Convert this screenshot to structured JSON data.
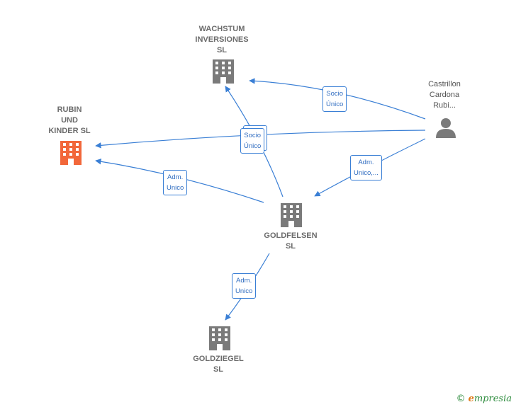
{
  "nodes": {
    "wachstum": {
      "label": "WACHSTUM\nINVERSIONES\nSL"
    },
    "rubin": {
      "label": "RUBIN\nUND\nKINDER  SL"
    },
    "goldfelsen": {
      "label": "GOLDFELSEN\nSL"
    },
    "goldziegel": {
      "label": "GOLDZIEGEL\nSL"
    },
    "person": {
      "label": "Castrillon\nCardona\nRubi..."
    }
  },
  "edges": {
    "socio_unico_1": "Socio\nÚnico",
    "socio_unico_2": "Socio\nÚnico",
    "adm_unico_rubin": "Adm.\nUnico",
    "adm_unico_person": "Adm.\nUnico,...",
    "adm_unico_goldziegel": "Adm.\nUnico"
  },
  "colors": {
    "edge": "#3a7fd5",
    "company_icon": "#7a7a7a",
    "highlight_icon": "#f2673a"
  },
  "footer": {
    "copyright_symbol": "©",
    "brand_e": "e",
    "brand_rest": "mpresia"
  }
}
